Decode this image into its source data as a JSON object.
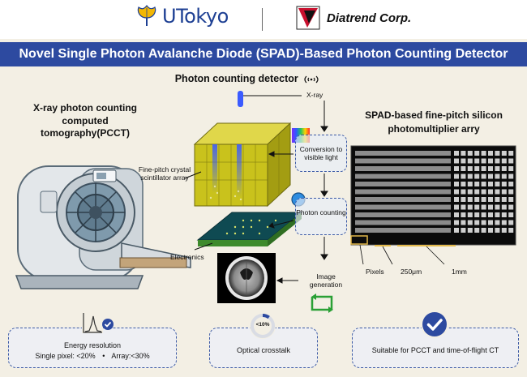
{
  "logos": {
    "utokyo": "UTokyo",
    "diatrend": "Diatrend Corp."
  },
  "title": "Novel Single Photon Avalanche Diode (SPAD)-Based Photon Counting Detector",
  "detector_title": "Photon counting detector",
  "pcct_title": "X-ray photon counting computed tomography(PCCT)",
  "spad_title": "SPAD-based fine-pitch silicon photomultiplier arry",
  "labels": {
    "xray": "X-ray",
    "scintillator": "Fine-pitch crystal scintillator array",
    "electronics": "Electronics",
    "conversion": "Conversion to visible light",
    "photon_counting": "Photon counting",
    "image_generation": "Image generation",
    "pixels": "Pixels",
    "pitch": "250μm",
    "size": "1mm"
  },
  "features": {
    "energy": {
      "title": "Energy resolution",
      "single": "Single pixel: <20%",
      "bullet": "•",
      "array": "Array:<30%"
    },
    "crosstalk": {
      "gauge_value": "<10%",
      "gauge_fraction": 0.1,
      "label": "Optical crosstalk"
    },
    "suitable": {
      "label": "Suitable for PCCT and time-of-flight CT"
    }
  },
  "colors": {
    "brand_blue": "#2d4aa0",
    "utokyo_blue": "#1d3f93",
    "utokyo_yellow": "#f2b705",
    "diatrend_red": "#c8102e",
    "crystal_yellow": "#c9c21c",
    "board_teal": "#0f4a52"
  }
}
